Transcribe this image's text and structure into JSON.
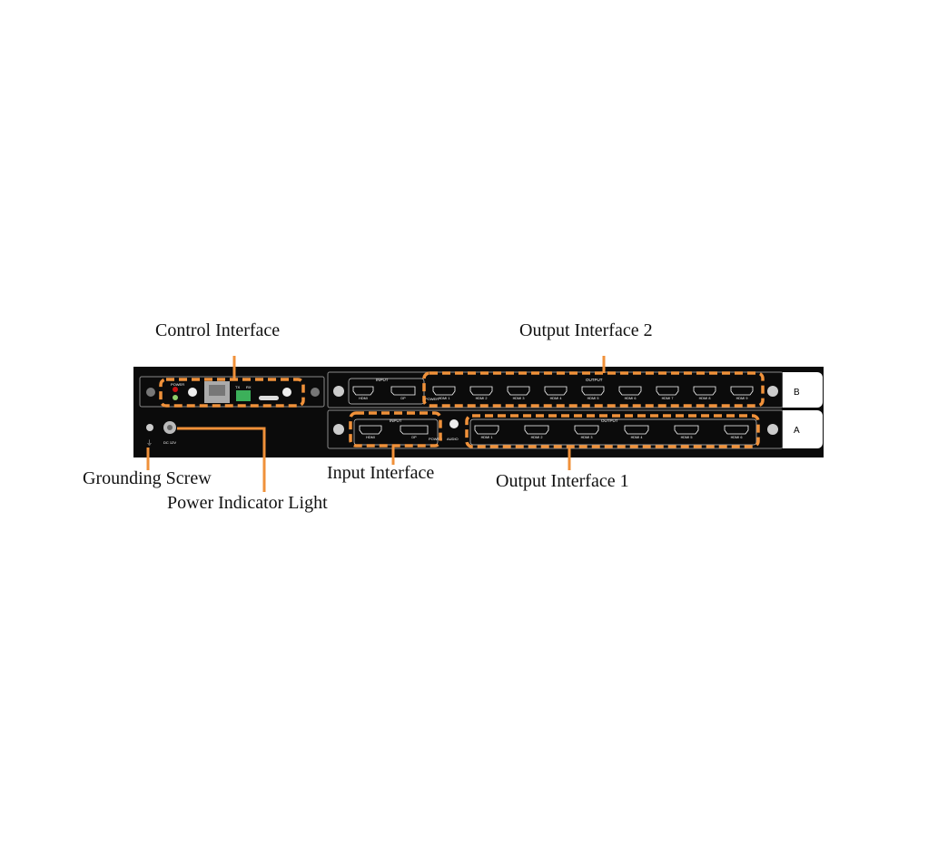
{
  "callouts": {
    "control_interface": "Control Interface",
    "output_interface_2": "Output Interface 2",
    "grounding_screw": "Grounding Screw",
    "power_indicator_light": "Power Indicator Light",
    "input_interface": "Input Interface",
    "output_interface_1": "Output Interface 1"
  },
  "device": {
    "control_panel": {
      "power": "POWER",
      "tx": "TX",
      "rx": "RX"
    },
    "power_jack": "DC 12V",
    "card_b": {
      "tab": "B",
      "input_title": "INPUT",
      "output_title": "OUTPUT",
      "inputs": [
        "HDMI",
        "DP"
      ],
      "power": "POWER",
      "outputs": [
        "HDMI 1",
        "HDMI 2",
        "HDMI 3",
        "HDMI 4",
        "HDMI 5",
        "HDMI 6",
        "HDMI 7",
        "HDMI 8",
        "HDMI 9"
      ]
    },
    "card_a": {
      "tab": "A",
      "input_title": "INPUT",
      "output_title": "OUTPUT",
      "inputs": [
        "HDMI",
        "DP"
      ],
      "power": "POWER",
      "audio": "AUDIO",
      "outputs": [
        "HDMI 1",
        "HDMI 2",
        "HDMI 3",
        "HDMI 4",
        "HDMI 5",
        "HDMI 6"
      ]
    }
  },
  "colors": {
    "callout": "#f0913a",
    "chassis": "#0b0b0b",
    "led_red": "#c81010",
    "led_green": "#8fd06a"
  }
}
